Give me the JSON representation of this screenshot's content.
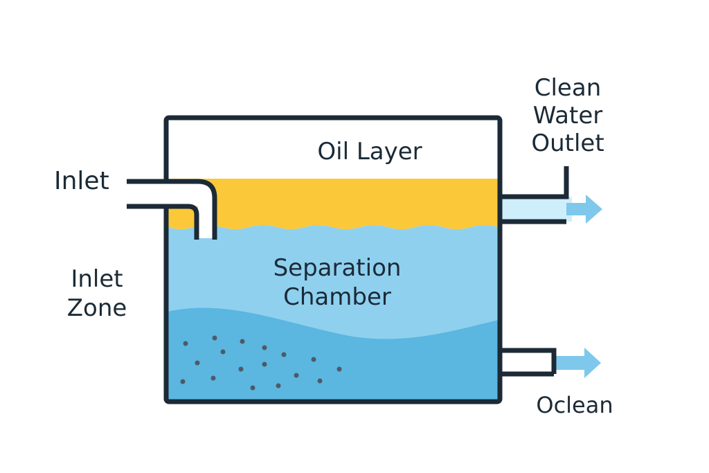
{
  "labels": {
    "oil_layer": "Oil Layer",
    "inlet": "Inlet",
    "inlet_zone": [
      "Inlet",
      "Zone"
    ],
    "separation_chamber": [
      "Separation",
      "Chamber"
    ],
    "clean_water_outlet": [
      "Clean",
      "Water",
      "Outlet"
    ],
    "bottom_outlet": "Oclean"
  },
  "colors": {
    "outline": "#1b2a36",
    "oil": "#fbc83a",
    "water_light": "#8fd0ef",
    "water_deep": "#5bb6e0",
    "outlet_flow": "#cfeefb",
    "arrow": "#7ec8ec",
    "sediment": "#4d5a66"
  }
}
